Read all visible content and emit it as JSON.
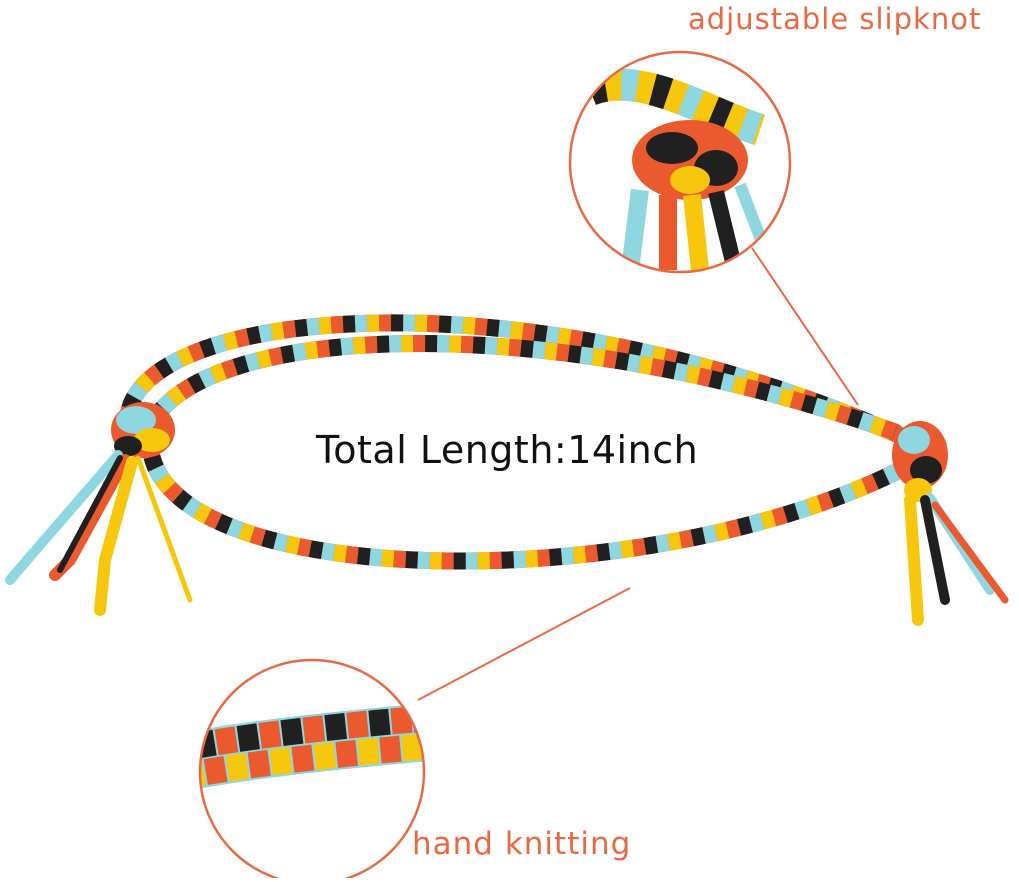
{
  "labels": {
    "slipknot": "adjustable slipknot",
    "knitting": "hand knitting",
    "length": "Total Length:14inch"
  },
  "colors": {
    "accent": "#e86a44",
    "text_dark": "#111111",
    "thread_orange": "#ea5a2e",
    "thread_yellow": "#f6c70d",
    "thread_blue": "#8ed6e0",
    "thread_black": "#202020"
  },
  "icons": {
    "bracelet": "braided-bracelet-illustration",
    "slipknot_zoom": "magnifier-circle",
    "knitting_zoom": "magnifier-circle"
  }
}
